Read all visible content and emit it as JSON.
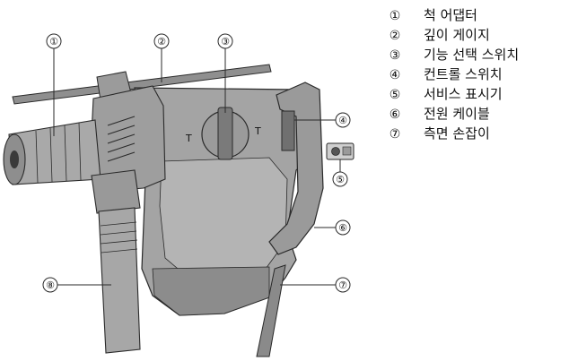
{
  "callouts": [
    {
      "num": "①"
    },
    {
      "num": "②"
    },
    {
      "num": "③"
    },
    {
      "num": "④"
    },
    {
      "num": "⑤"
    },
    {
      "num": "⑥"
    },
    {
      "num": "⑦"
    },
    {
      "num": "⑧"
    }
  ],
  "legend": [
    {
      "num": "①",
      "text": "척 어댑터"
    },
    {
      "num": "②",
      "text": "깊이 게이지"
    },
    {
      "num": "③",
      "text": "기능 선택 스위치"
    },
    {
      "num": "④",
      "text": "컨트롤 스위치"
    },
    {
      "num": "⑤",
      "text": "서비스 표시기"
    },
    {
      "num": "⑥",
      "text": "전원 케이블"
    },
    {
      "num": "⑦",
      "text": "측면 손잡이"
    }
  ],
  "tool_marks": {
    "selector_left": "T",
    "selector_right": "T"
  },
  "colors": {
    "body": "#a4a4a4",
    "body_dark": "#7d7d7d",
    "body_light": "#c6c6c6",
    "line": "#2a2a2a"
  }
}
